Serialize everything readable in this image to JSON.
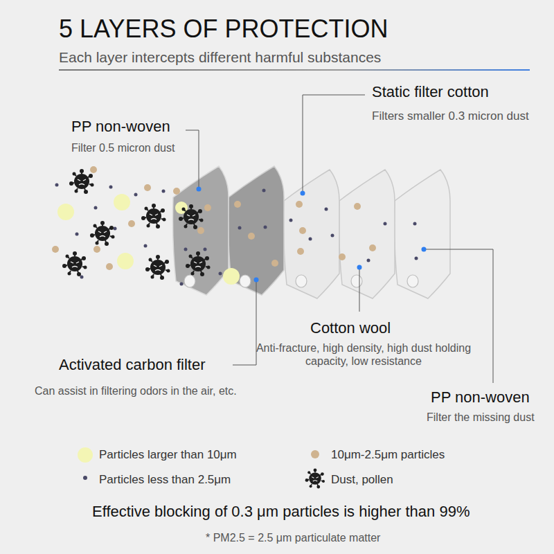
{
  "diagram": {
    "title": "5 LAYERS OF PROTECTION",
    "caption": "* PM2.5 = 2.5 μm particulate matter",
    "labels": [
      "Each layer intercepts different harmful substances",
      "Static filter cotton",
      "Filters smaller 0.3 micron dust",
      "PP non-woven",
      "Filter 0.5 micron dust",
      "Cotton wool",
      "Anti-fracture, high density, high dust holding capacity, low resistance",
      "Activated carbon filter",
      "Can assist in filtering odors in the air, etc.",
      "PP non-woven",
      "Filter the missing dust",
      "Effective blocking of 0.3 μm particles is higher than 99%"
    ],
    "legend": [
      {
        "text": "Particles larger than 10μm",
        "color": "#f3f5b4"
      },
      {
        "text": "10μm-2.5μm particles",
        "color": "#cfb38f"
      },
      {
        "text": "Particles less than 2.5μm",
        "color": "#4a4a68"
      },
      {
        "text": "Dust, pollen"
      }
    ]
  }
}
